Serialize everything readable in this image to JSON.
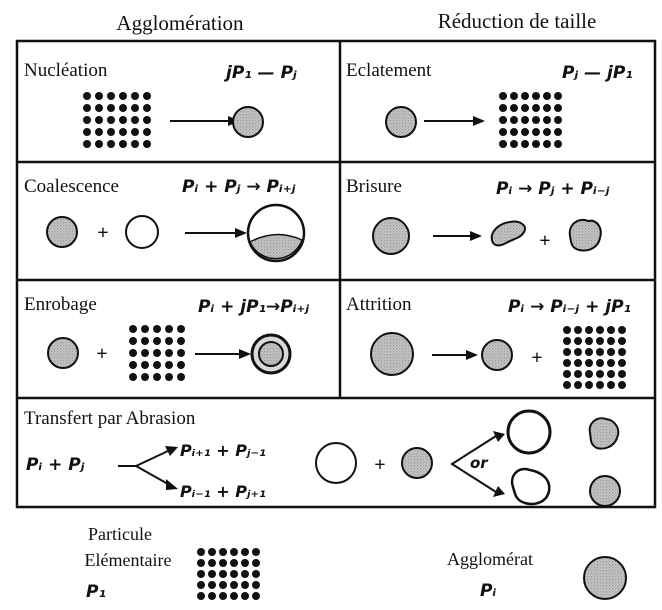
{
  "headers": {
    "left": "Agglomération",
    "right": "Réduction de taille"
  },
  "cells": {
    "nucleation": {
      "title": "Nucléation",
      "formula": "jP₁ — Pⱼ"
    },
    "eclatement": {
      "title": "Eclatement",
      "formula": "Pⱼ — jP₁"
    },
    "coalescence": {
      "title": "Coalescence",
      "formula": "Pᵢ + Pⱼ → Pᵢ₊ⱼ"
    },
    "brisure": {
      "title": "Brisure",
      "formula": "Pᵢ → Pⱼ + Pᵢ₋ⱼ"
    },
    "enrobage": {
      "title": "Enrobage",
      "formula": "Pᵢ + jP₁→Pᵢ₊ⱼ"
    },
    "attrition": {
      "title": "Attrition",
      "formula": "Pᵢ → Pᵢ₋ⱼ + jP₁"
    }
  },
  "transfert": {
    "title": "Transfert par Abrasion",
    "lhs": "Pᵢ + Pⱼ",
    "upper": "Pᵢ₊₁ + Pⱼ₋₁",
    "lower": "Pᵢ₋₁ + Pⱼ₊₁",
    "or_label": "or"
  },
  "symbols": {
    "plus": "+"
  },
  "legend": {
    "particle_line1": "Particule",
    "particle_line2": "Elémentaire",
    "particle_symbol": "P₁",
    "agglomerate": "Agglomérat",
    "agglomerate_symbol": "Pᵢ"
  },
  "colors": {
    "ink": "#111111",
    "grain_fill": "#bdbdbd",
    "grain_dark": "#6f6f6f",
    "coat_fill": "#d9d9d9"
  }
}
